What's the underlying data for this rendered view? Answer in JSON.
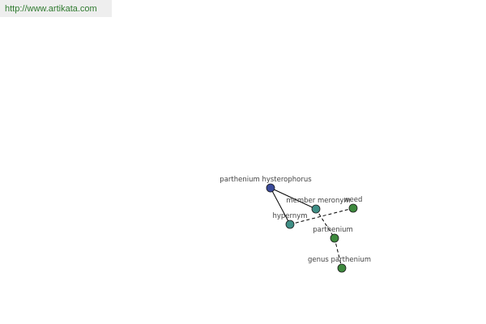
{
  "site": {
    "url": "http://www.artikata.com"
  },
  "graph": {
    "colors": {
      "root": "#3a4a9a",
      "relation": "#3f8f86",
      "term": "#3e8a3e",
      "edge": "#000000"
    },
    "nodes": [
      {
        "id": "root",
        "label": "parthenium hysterophorus",
        "kind": "root"
      },
      {
        "id": "member",
        "label": "member meronym",
        "kind": "relation"
      },
      {
        "id": "hypernym",
        "label": "hypernym",
        "kind": "relation"
      },
      {
        "id": "weed",
        "label": "weed",
        "kind": "term"
      },
      {
        "id": "parthenium",
        "label": "parthenium",
        "kind": "term"
      },
      {
        "id": "genus",
        "label": "genus parthenium",
        "kind": "term"
      }
    ],
    "edges": [
      {
        "from": "root",
        "to": "member",
        "style": "solid"
      },
      {
        "from": "root",
        "to": "hypernym",
        "style": "solid"
      },
      {
        "from": "hypernym",
        "to": "weed",
        "style": "dashed"
      },
      {
        "from": "member",
        "to": "parthenium",
        "style": "dashed"
      },
      {
        "from": "parthenium",
        "to": "genus",
        "style": "dashed"
      }
    ]
  }
}
